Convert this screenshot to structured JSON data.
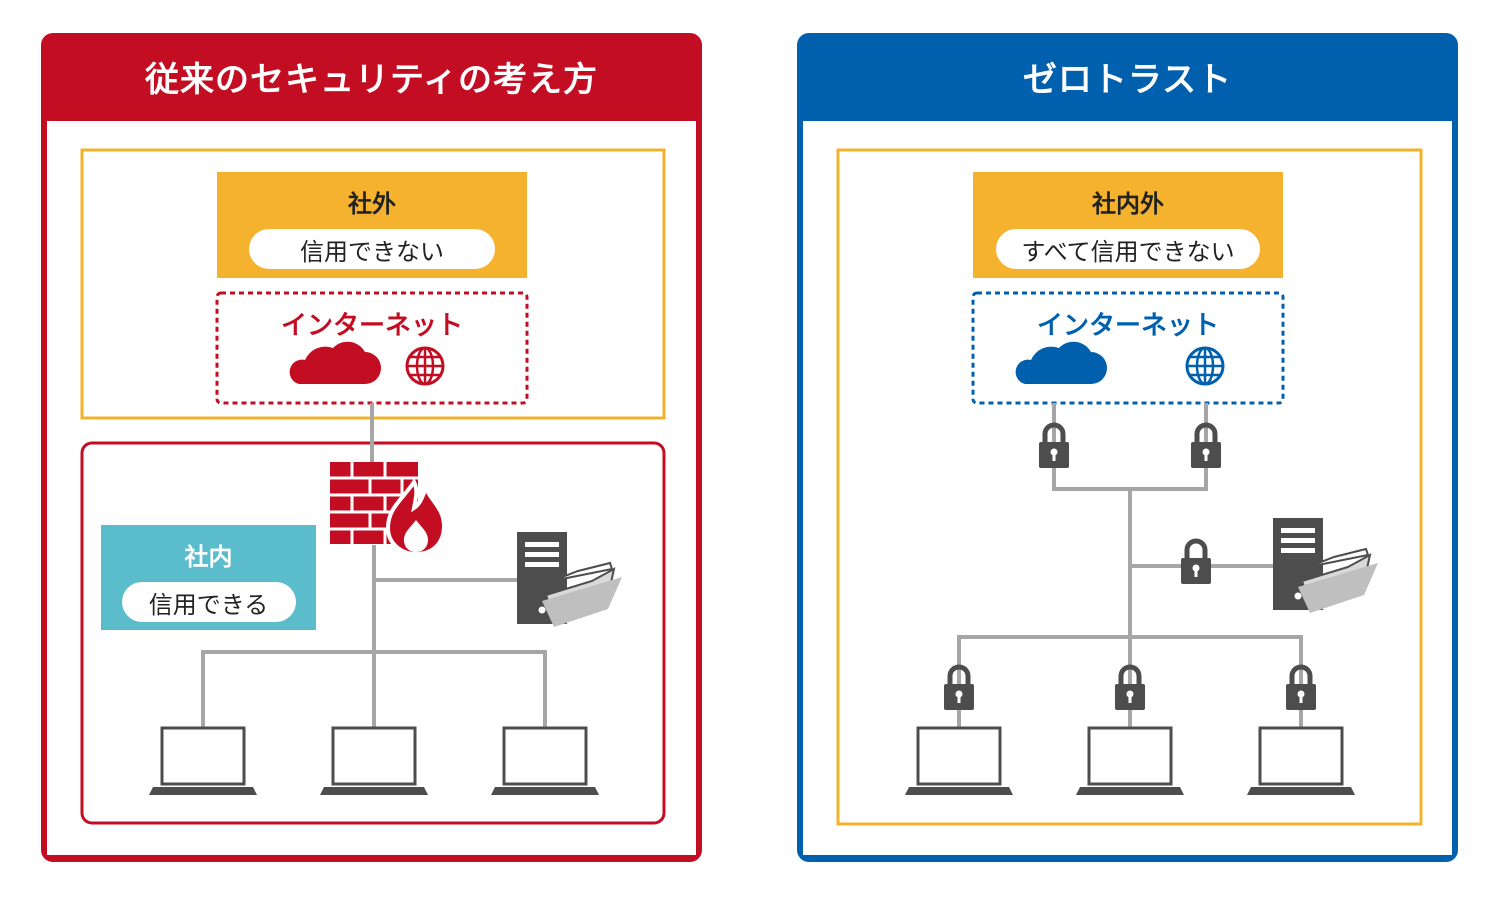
{
  "left": {
    "title": "従来のセキュリティの考え方",
    "outside_title": "社外",
    "outside_trust": "信用できない",
    "internet": "インターネット",
    "inside_title": "社内",
    "inside_trust": "信用できる",
    "color": "#c30d23"
  },
  "right": {
    "title": "ゼロトラスト",
    "scope_title": "社内外",
    "scope_trust": "すべて信用できない",
    "internet": "インターネット",
    "color": "#0060ae"
  },
  "colors": {
    "zone_outline": "#f1b32b",
    "label_fill": "#f5b22e",
    "inside_label_fill": "#5bbccc",
    "line": "#a6a6a6",
    "device": "#4d4d4d"
  },
  "icons": [
    "cloud-icon",
    "globe-icon",
    "firewall-icon",
    "server-icon",
    "folder-icon",
    "laptop-icon",
    "lock-icon"
  ]
}
